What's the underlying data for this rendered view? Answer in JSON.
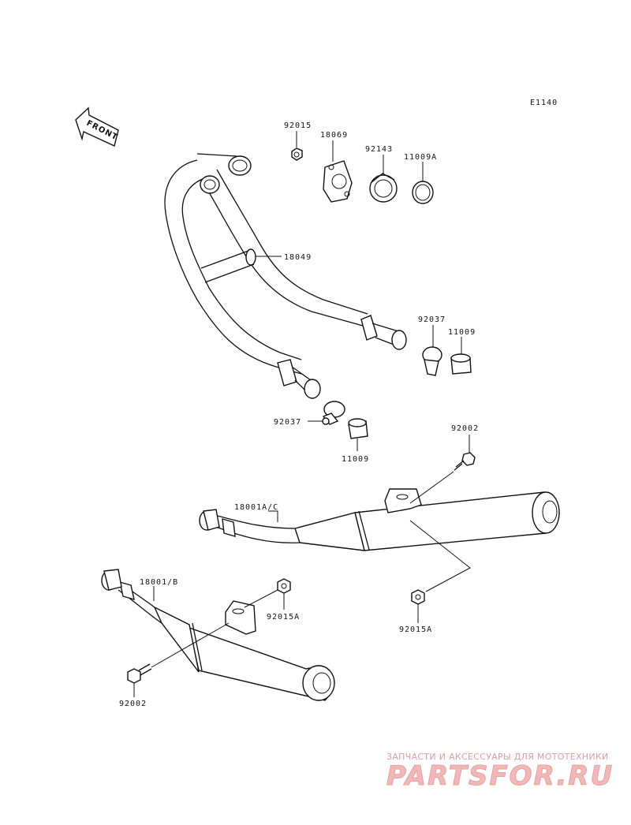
{
  "diagram_code": "E1140",
  "front_label": "FRONT",
  "labels": {
    "p92015_top": "92015",
    "p18069": "18069",
    "p92143": "92143",
    "p11009A": "11009A",
    "p18049": "18049",
    "p92037_right": "92037",
    "p11009_right": "11009",
    "p92037_left": "92037",
    "p11009_left": "11009",
    "p92002_top": "92002",
    "p18001AC": "18001A/C",
    "p18001B": "18001/B",
    "p92015A_left": "92015A",
    "p92015A_right": "92015A",
    "p92002_bottom": "92002"
  },
  "watermark": {
    "line1": "ЗАПЧАСТИ И АКСЕССУАРЫ ДЛЯ МОТОТЕХНИКИ",
    "line2": "PARTSFOR.RU"
  }
}
